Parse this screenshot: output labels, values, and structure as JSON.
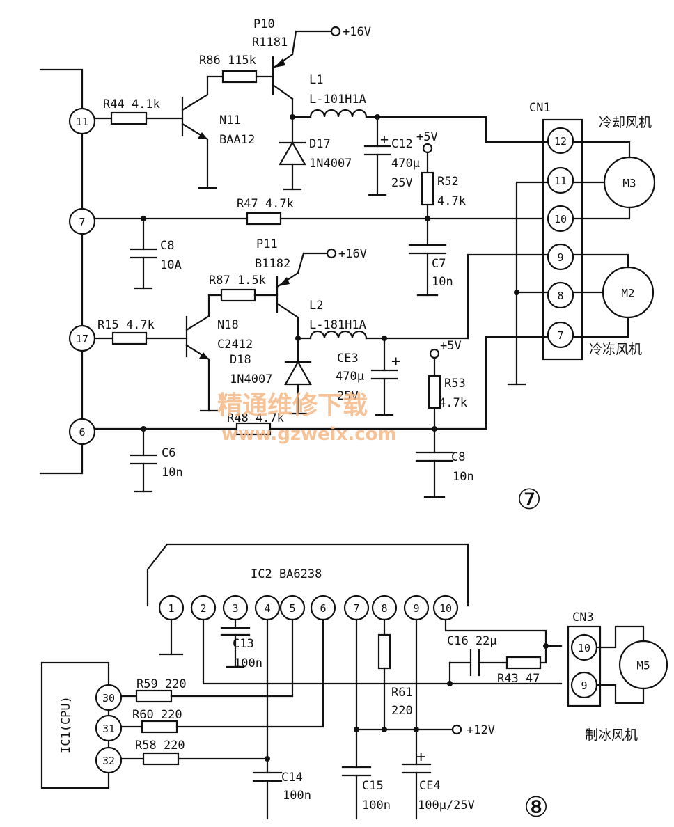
{
  "diagram7": {
    "figure_number": "⑦",
    "pins_left": [
      "11",
      "7",
      "17",
      "6"
    ],
    "transistors": {
      "p10": {
        "ref": "P10",
        "part": "R1181"
      },
      "n11": {
        "ref": "N11",
        "part": "BAA12"
      },
      "p11": {
        "ref": "P11",
        "part": "B1182"
      },
      "n18": {
        "ref": "N18",
        "part": "C2412"
      }
    },
    "resistors": {
      "r44": "R44 4.1k",
      "r86": "R86 115k",
      "r47": "R47 4.7k",
      "r52a": "R52",
      "r52b": "4.7k",
      "r87": "R87 1.5k",
      "r15": "R15 4.7k",
      "r48": "R48 4.7k",
      "r53a": "R53",
      "r53b": "4.7k"
    },
    "inductors": {
      "l1a": "L1",
      "l1b": "L-101H1A",
      "l2a": "L2",
      "l2b": "L-181H1A"
    },
    "diodes": {
      "d17a": "D17",
      "d17b": "1N4007",
      "d18a": "D18",
      "d18b": "1N4007"
    },
    "capacitors": {
      "c12a": "C12",
      "c12b": "470μ",
      "c12c": "25V",
      "ce3a": "CE3",
      "ce3b": "470μ",
      "ce3c": "25V",
      "c8a": "C8",
      "c8b": "10A",
      "c7a": "C7",
      "c7b": "10n",
      "c6a": "C6",
      "c6b": "10n",
      "c8ba": "C8",
      "c8bb": "10n"
    },
    "supplies": {
      "v16a": "+16V",
      "v16b": "+16V",
      "v5a": "+5V",
      "v5b": "+5V"
    },
    "connector": {
      "ref": "CN1",
      "pins": [
        "12",
        "11",
        "10",
        "9",
        "8",
        "7"
      ]
    },
    "motors": {
      "m3": "M3",
      "m2": "M2"
    },
    "labels": {
      "cooling_fan": "冷却风机",
      "freezing_fan": "冷冻风机"
    }
  },
  "watermark": {
    "line1": "精通维修下载",
    "line2": "www.gzweix.com"
  },
  "diagram8": {
    "figure_number": "⑧",
    "ic2": {
      "label": "IC2 BA6238",
      "pins": [
        "1",
        "2",
        "3",
        "4",
        "5",
        "6",
        "7",
        "8",
        "9",
        "10"
      ]
    },
    "ic1": {
      "label": "IC1(CPU)",
      "pins": [
        "30",
        "31",
        "32"
      ]
    },
    "resistors": {
      "r59": "R59 220",
      "r60": "R60 220",
      "r58": "R58 220",
      "r61a": "R61",
      "r61b": "220",
      "r43": "R43 47"
    },
    "capacitors": {
      "c13a": "C13",
      "c13b": "100n",
      "c14a": "C14",
      "c14b": "100n",
      "c15a": "C15",
      "c15b": "100n",
      "ce4a": "CE4",
      "ce4b": "100μ/25V",
      "c16": "C16 22μ"
    },
    "supply": "+12V",
    "connector": {
      "ref": "CN3",
      "pins": [
        "10",
        "9"
      ]
    },
    "motor": "M5",
    "label": "制冰风机"
  }
}
